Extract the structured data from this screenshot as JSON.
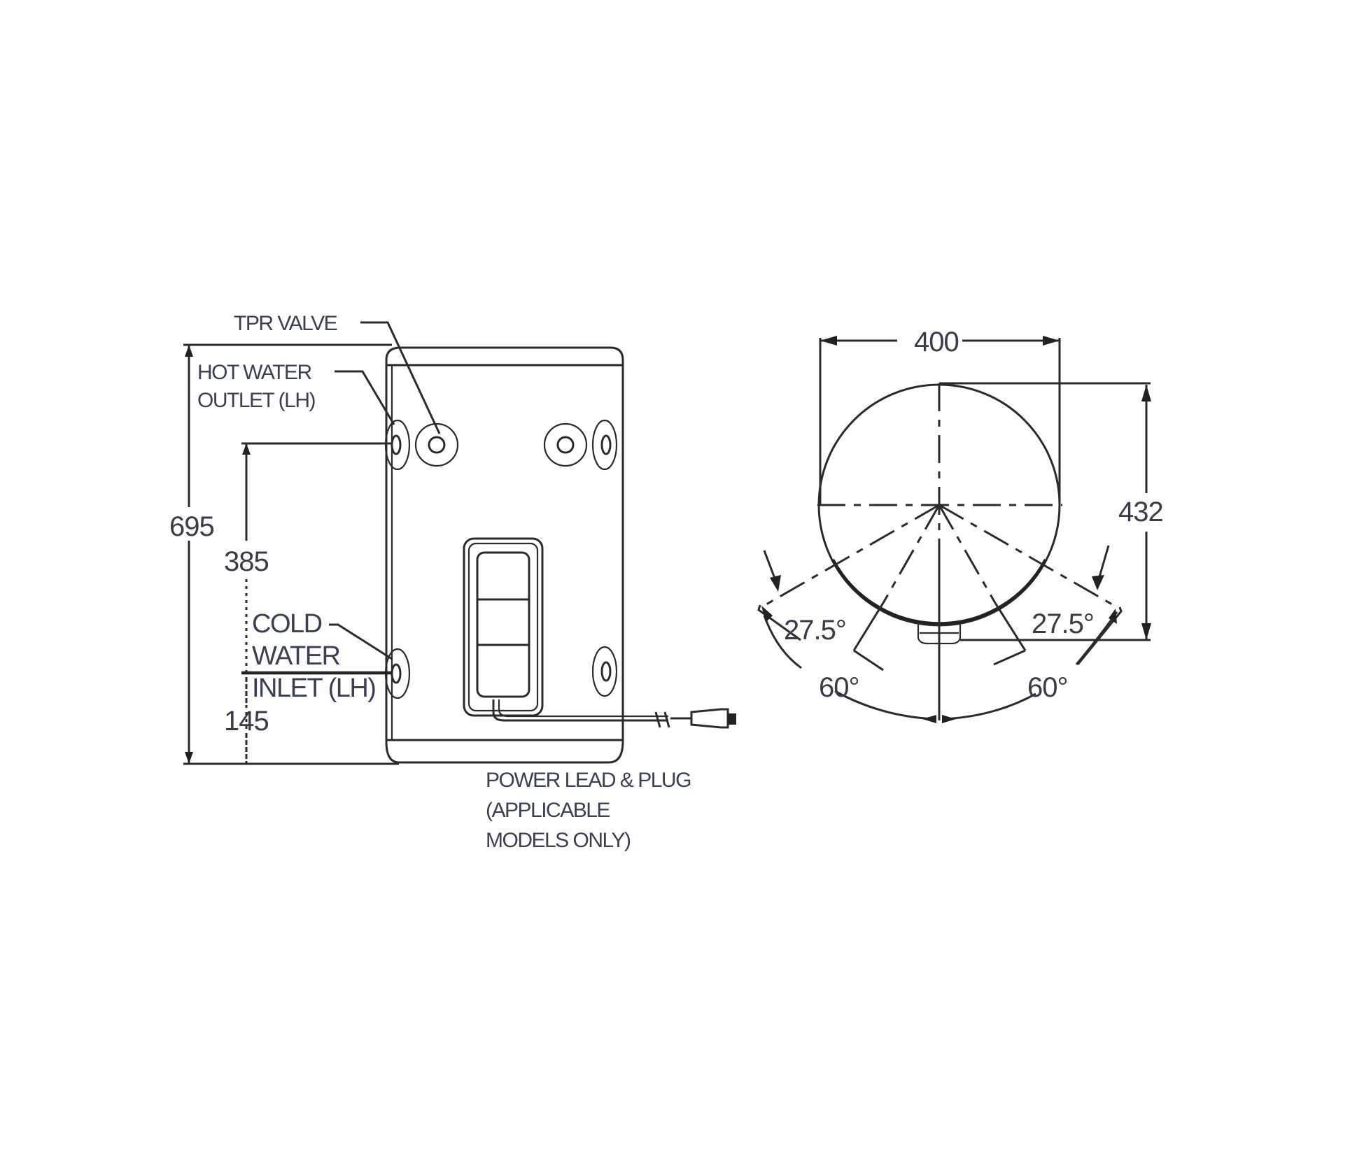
{
  "diagram": {
    "title": "Water heater front and plan view dimensions",
    "front_view": {
      "labels": {
        "tpr_valve": "TPR VALVE",
        "hot_water_outlet_line1": "HOT WATER",
        "hot_water_outlet_line2": "OUTLET (LH)",
        "cold_water_inlet_line1": "COLD",
        "cold_water_inlet_line2": "WATER",
        "cold_water_inlet_line3": "INLET (LH)",
        "power_lead_line1": "POWER LEAD & PLUG",
        "power_lead_line2": "(APPLICABLE",
        "power_lead_line3": "MODELS ONLY)"
      },
      "dimensions": {
        "overall_height": "695",
        "hot_outlet_height": "385",
        "cold_inlet_height": "145"
      }
    },
    "plan_view": {
      "dimensions": {
        "diameter": "400",
        "depth": "432"
      },
      "angles": {
        "left_inner": "27.5°",
        "right_inner": "27.5°",
        "left_outer": "60°",
        "right_outer": "60°"
      }
    },
    "colors": {
      "line": "#2b2b2b",
      "text": "#3a3f55",
      "background": "#ffffff"
    }
  }
}
